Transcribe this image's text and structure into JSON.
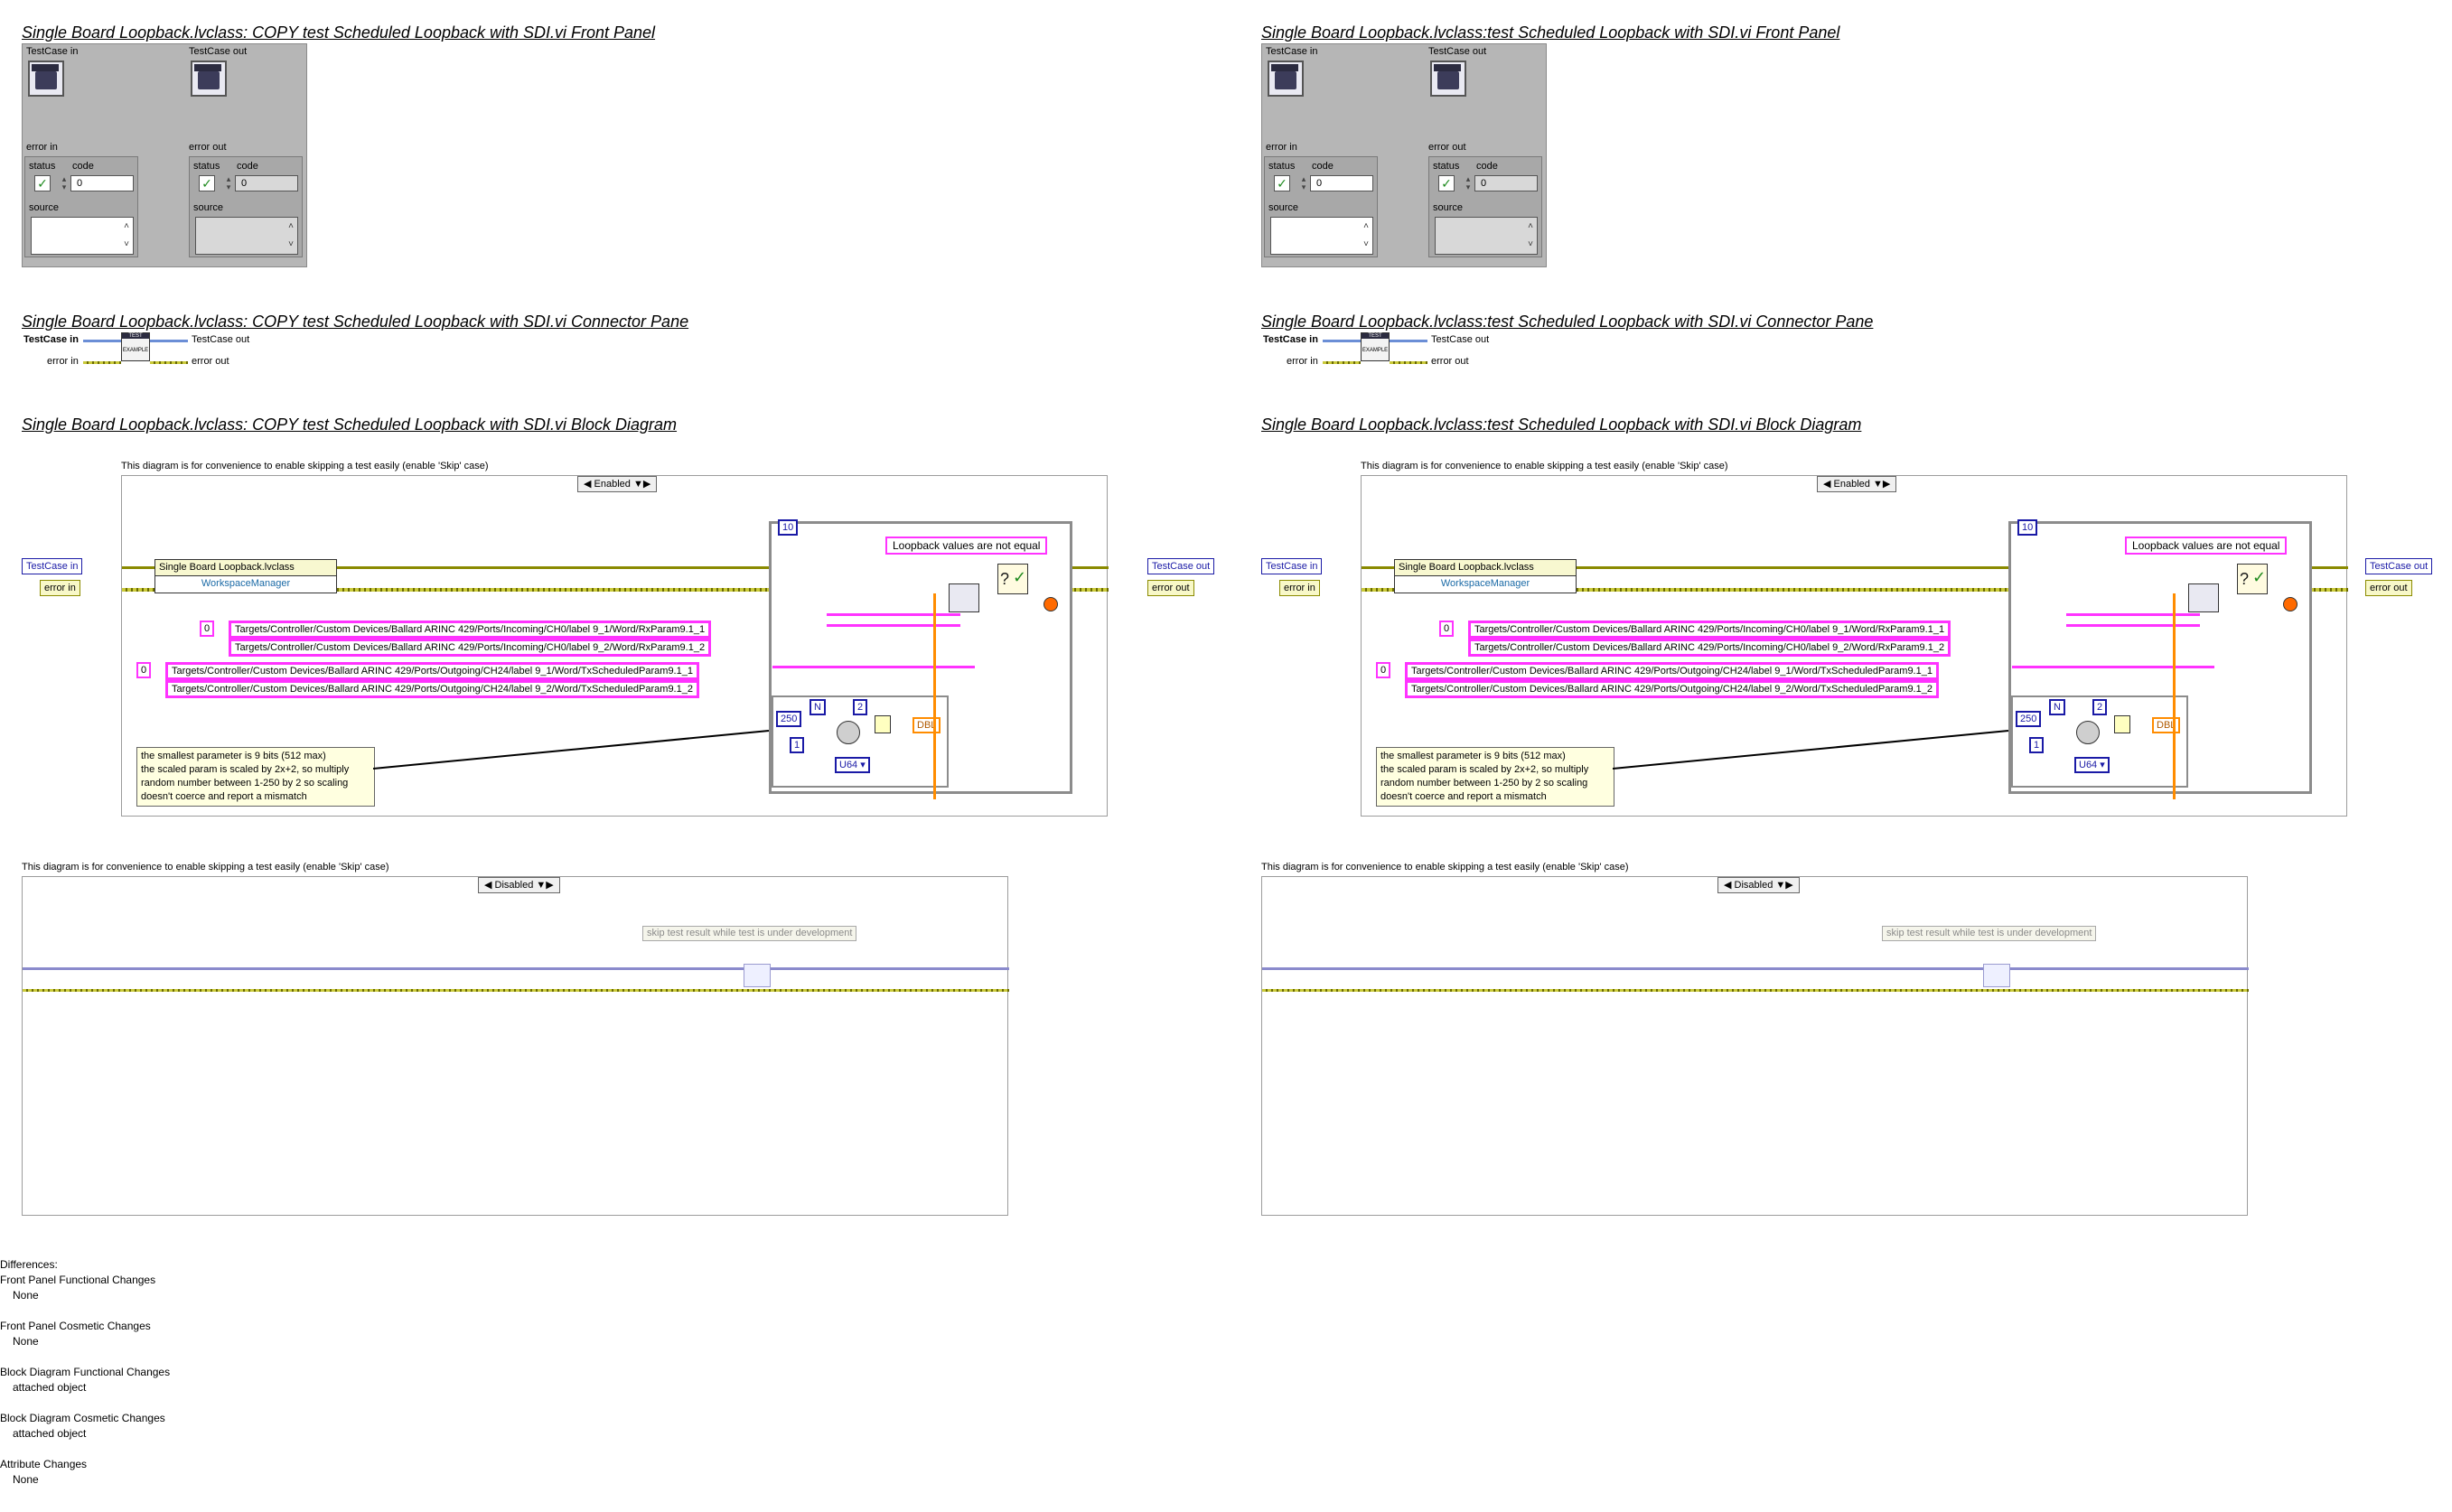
{
  "left": {
    "front_panel_title": "Single Board Loopback.lvclass:  COPY  test Scheduled Loopback with SDI.vi Front Panel",
    "connector_title": "Single Board Loopback.lvclass:  COPY  test Scheduled Loopback with SDI.vi Connector Pane",
    "block_title": "Single Board Loopback.lvclass:  COPY  test Scheduled Loopback with SDI.vi Block Diagram"
  },
  "right": {
    "front_panel_title": "Single Board Loopback.lvclass:test Scheduled Loopback with SDI.vi Front Panel",
    "connector_title": "Single Board Loopback.lvclass:test Scheduled Loopback with SDI.vi Connector Pane",
    "block_title": "Single Board Loopback.lvclass:test Scheduled Loopback with SDI.vi Block Diagram"
  },
  "front_panel": {
    "testcase_in": "TestCase in",
    "testcase_out": "TestCase out",
    "error_in": "error in",
    "error_out": "error out",
    "status": "status",
    "code": "code",
    "code_value": "0",
    "source": "source"
  },
  "connector": {
    "testcase_in": "TestCase in",
    "testcase_out": "TestCase out",
    "error_in": "error in",
    "error_out": "error out",
    "icon_top": "TEST",
    "icon_bottom": "EXAMPLE"
  },
  "block_diagram": {
    "comment": "This diagram is for convenience to enable skipping a test easily (enable 'Skip' case)",
    "enabled_label": "Enabled",
    "disabled_label": "Disabled",
    "testcase_in": "TestCase in",
    "testcase_out": "TestCase out",
    "error_in": "error in",
    "error_out": "error out",
    "class_name": "Single Board Loopback.lvclass",
    "workspace_manager": "WorkspaceManager",
    "loopback_msg": "Loopback values are not equal",
    "incoming_path_1": "Targets/Controller/Custom Devices/Ballard ARINC 429/Ports/Incoming/CH0/label 9_1/Word/RxParam9.1_1",
    "incoming_path_2": "Targets/Controller/Custom Devices/Ballard ARINC 429/Ports/Incoming/CH0/label 9_2/Word/RxParam9.1_2",
    "outgoing_path_1": "Targets/Controller/Custom Devices/Ballard ARINC 429/Ports/Outgoing/CH24/label 9_1/Word/TxScheduledParam9.1_1",
    "outgoing_path_2": "Targets/Controller/Custom Devices/Ballard ARINC 429/Ports/Outgoing/CH24/label 9_2/Word/TxScheduledParam9.1_2",
    "note_lines": [
      "the smallest parameter is 9 bits (512 max)",
      "the scaled param is scaled by 2x+2, so multiply",
      "random number between 1-250 by 2 so scaling",
      "doesn't coerce and report a mismatch"
    ],
    "const_10": "10",
    "const_250": "250",
    "const_1": "1",
    "const_2": "2",
    "const_0": "0",
    "n_label": "N",
    "u64_label": "U64",
    "dbl_label": "DBL",
    "skip_note": "skip test result while test is under development"
  },
  "differences": {
    "heading": "Differences:",
    "items": [
      {
        "title": "Front Panel Functional Changes",
        "detail": "None"
      },
      {
        "title": "Front Panel Cosmetic Changes",
        "detail": "None"
      },
      {
        "title": "Block Diagram Functional Changes",
        "detail": "attached object"
      },
      {
        "title": "Block Diagram Cosmetic Changes",
        "detail": "attached object"
      },
      {
        "title": "Attribute Changes",
        "detail": "None"
      }
    ]
  },
  "colors": {
    "path_pink": "#ff33ff",
    "class_wire": "#8a8a00",
    "error_wire": "#caca3a",
    "numeric_blue": "#1a1aa6",
    "orange_wire": "#ff8c00",
    "frame_gray": "#9c9c9c"
  }
}
